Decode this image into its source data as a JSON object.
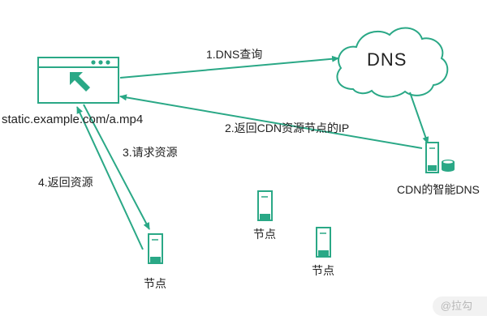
{
  "colors": {
    "accent": "#2aa886",
    "text": "#222222"
  },
  "diagram": {
    "browser_url": "static.example.com/a.mp4",
    "dns_cloud_label": "DNS",
    "smart_dns_label": "CDN的智能DNS",
    "node_label": "节点",
    "steps": {
      "step1": "1.DNS查询",
      "step2": "2.返回CDN资源节点的IP",
      "step3": "3.请求资源",
      "step4": "4.返回资源"
    },
    "watermark": "@拉勾"
  }
}
